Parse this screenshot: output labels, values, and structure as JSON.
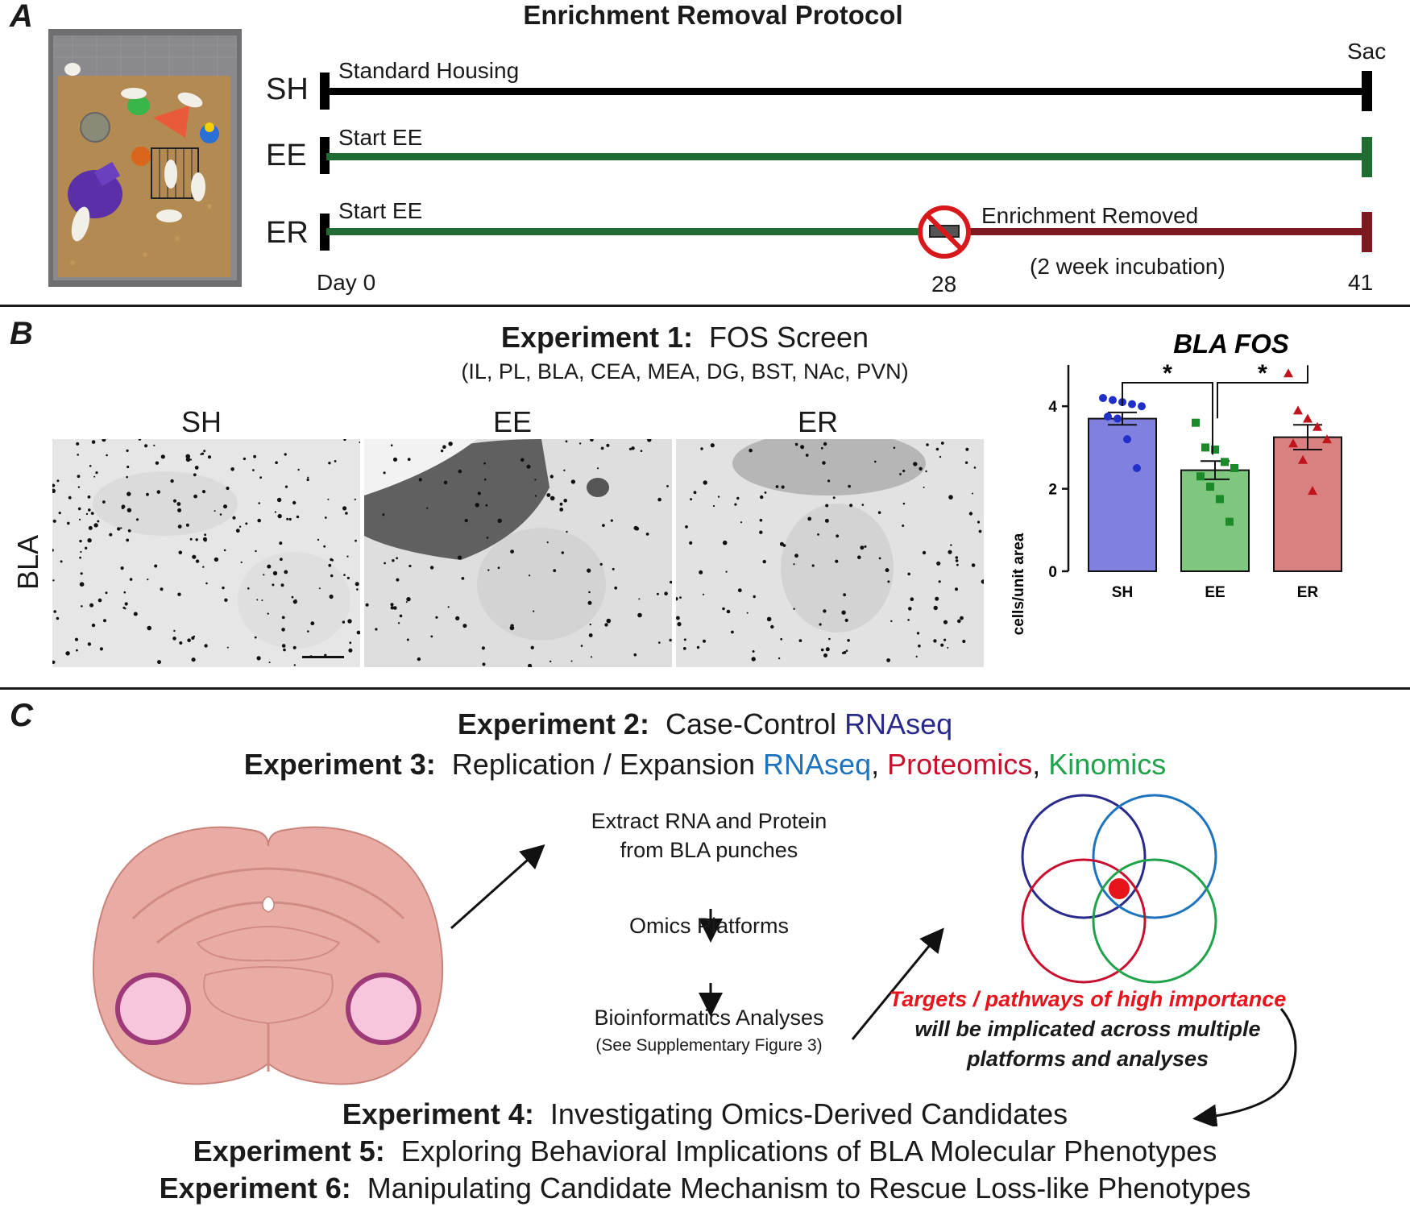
{
  "panel_a": {
    "letter": "A",
    "title": "Enrichment Removal Protocol",
    "rows": [
      {
        "label": "SH",
        "text": "Standard Housing",
        "color": "#000000"
      },
      {
        "label": "EE",
        "text": "Start EE",
        "color": "#1f6d33"
      },
      {
        "label": "ER",
        "text": "Start EE",
        "color": "#1f6d33",
        "removed_color": "#7d1a1f"
      }
    ],
    "sac_label": "Sac",
    "removed_label": "Enrichment Removed",
    "incubation_label": "(2 week incubation)",
    "day0_label": "Day 0",
    "day28_label": "28",
    "day41_label": "41",
    "no_sign_icon": "prohibited-icon"
  },
  "panel_b": {
    "letter": "B",
    "title_bold": "Experiment 1:",
    "title_rest": "FOS Screen",
    "regions": "(IL, PL, BLA, CEA, MEA, DG, BST, NAc, PVN)",
    "micro_titles": [
      "SH",
      "EE",
      "ER"
    ],
    "row_label": "BLA"
  },
  "chart_data": {
    "type": "bar",
    "title": "BLA FOS",
    "ylabel": "cells/unit area",
    "categories": [
      "SH",
      "EE",
      "ER"
    ],
    "values": [
      3.7,
      2.45,
      3.25
    ],
    "sem": [
      0.15,
      0.22,
      0.3
    ],
    "ylim": [
      0,
      5
    ],
    "yticks": [
      0,
      2,
      4
    ],
    "bar_colors": [
      "#8080e0",
      "#7fc67f",
      "#d98080"
    ],
    "point_colors": [
      "#1f2fc8",
      "#1d8a2a",
      "#c0141c"
    ],
    "markers": [
      "circle",
      "square",
      "triangle"
    ],
    "points": [
      [
        4.2,
        4.15,
        4.1,
        4.05,
        4.0,
        3.75,
        3.7,
        3.2,
        2.5
      ],
      [
        3.6,
        3.0,
        2.95,
        2.65,
        2.5,
        2.3,
        2.05,
        1.75,
        1.2
      ],
      [
        4.8,
        3.9,
        3.7,
        3.5,
        3.2,
        3.1,
        2.7,
        1.95
      ]
    ],
    "significance": [
      {
        "from": "SH",
        "to": "EE",
        "label": "*"
      },
      {
        "from": "EE",
        "to": "ER",
        "label": "*"
      }
    ]
  },
  "panel_c": {
    "letter": "C",
    "exp2_bold": "Experiment 2:",
    "exp2_text": "Case-Control",
    "exp2_rnaseq": "RNAseq",
    "exp3_bold": "Experiment 3:",
    "exp3_text": "Replication / Expansion",
    "exp3_rnaseq": "RNAseq",
    "exp3_comma": ",",
    "exp3_proteomics": "Proteomics",
    "exp3_kinomics": "Kinomics",
    "colors": {
      "rnaseq_dark": "#2a2a8c",
      "rnaseq_light": "#1e73be",
      "proteomics": "#c8102e",
      "kinomics": "#1fa34a"
    },
    "flow": {
      "step1_line1": "Extract RNA and Protein",
      "step1_line2": "from BLA punches",
      "step2": "Omics Platforms",
      "step3": "Bioinformatics Analyses",
      "step3_sub": "(See Supplementary Figure 3)"
    },
    "targets_red": "Targets / pathways of high importance",
    "targets_line2": "will be implicated across multiple",
    "targets_line3": "platforms and analyses",
    "exp4_bold": "Experiment 4:",
    "exp4_text": "Investigating Omics-Derived Candidates",
    "exp5_bold": "Experiment 5:",
    "exp5_text": "Exploring Behavioral Implications of BLA Molecular Phenotypes",
    "exp6_bold": "Experiment 6:",
    "exp6_text": "Manipulating Candidate Mechanism to Rescue Loss-like Phenotypes"
  }
}
